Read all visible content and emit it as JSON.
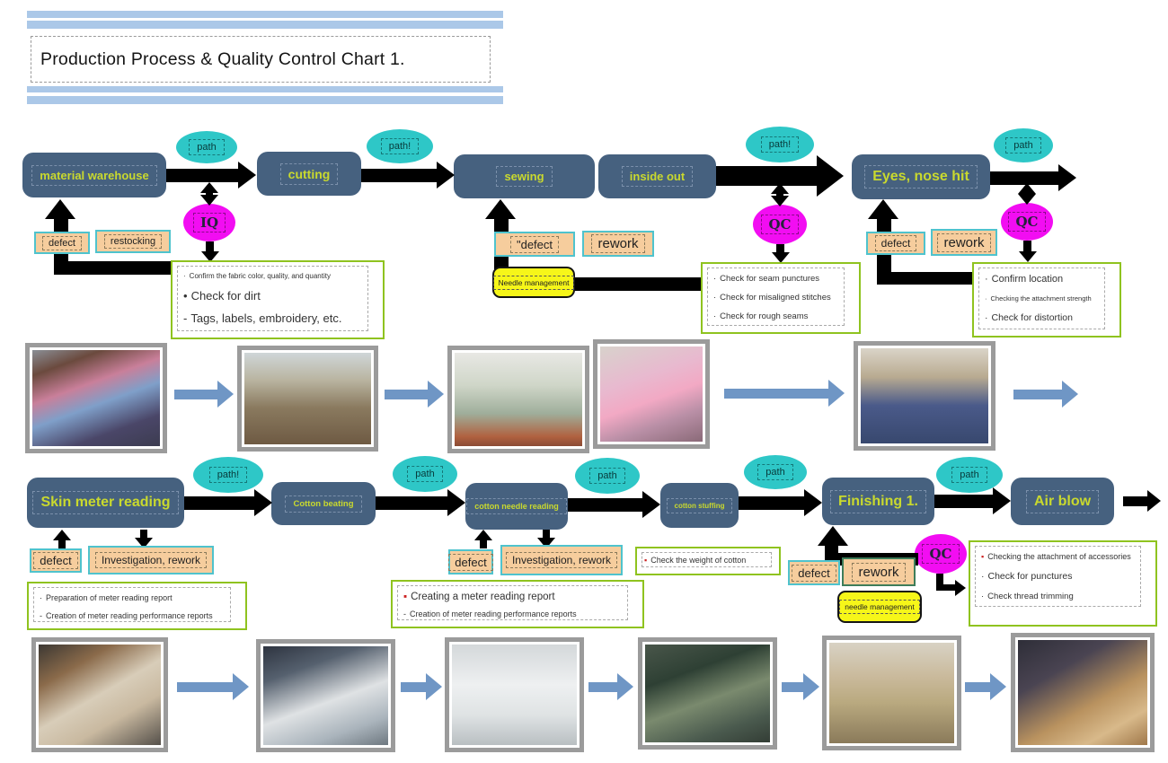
{
  "header": {
    "title": "Production Process & Quality Control Chart 1."
  },
  "colors": {
    "process_box": "#46617f",
    "process_box_text": "#c9d92e",
    "path_bubble": "#2ec7c7",
    "inspection_bubble": "#f20df2",
    "feedback_label_bg": "#f6cd9d",
    "feedback_label_border": "#4fc3cd",
    "rework_dark_border": "#3e7d5a",
    "checklist_border": "#8fc31f",
    "note_yellow_bg": "#f6f619",
    "flow_arrow": "#000000",
    "photo_arrow": "#6f96c5",
    "header_stripe": "#abc8e8",
    "red_marker": "#cc2222"
  },
  "row1": {
    "boxes": [
      "material warehouse",
      "cutting",
      "sewing",
      "inside out",
      "Eyes, nose hit"
    ],
    "path_bubbles": [
      "path",
      "path!",
      "path!",
      "path"
    ],
    "inspection_bubbles": [
      "IQ",
      "QC",
      "QC"
    ],
    "labels": {
      "defect_1": "defect",
      "restocking": "restocking",
      "defect_2": "\"defect",
      "rework_1": "rework",
      "defect_3": "defect",
      "rework_2": "rework"
    },
    "note_needle_management": "Needle management",
    "checklist_iq": [
      {
        "marker": "·",
        "text": "Confirm the fabric color, quality, and quantity"
      },
      {
        "marker": "•",
        "text": "Check for dirt"
      },
      {
        "marker": "-",
        "text": "Tags, labels, embroidery, etc."
      }
    ],
    "checklist_qc_sewing": [
      {
        "marker": "·",
        "text": "Check for seam punctures"
      },
      {
        "marker": "·",
        "text": "Check for misaligned stitches"
      },
      {
        "marker": "·",
        "text": "Check for rough seams"
      }
    ],
    "checklist_qc_eyes": [
      {
        "marker": "·",
        "text": "Confirm location"
      },
      {
        "marker": "·",
        "text": "Checking the attachment strength"
      },
      {
        "marker": "·",
        "text": "Check for distortion"
      }
    ]
  },
  "row2": {
    "boxes": [
      "Skin meter reading",
      "Cotton beating",
      "cotton needle reading",
      "cotton stuffing",
      "Finishing 1.",
      "Air blow"
    ],
    "path_bubbles": [
      "path!",
      "path",
      "path",
      "path",
      "path"
    ],
    "inspection_bubbles": [
      "QC"
    ],
    "labels": {
      "defect_1": "defect",
      "investigation_1": "Investigation, rework",
      "defect_2": "defect",
      "investigation_2": "Investigation, rework",
      "defect_3": "defect",
      "rework": "rework"
    },
    "note_needle_management": "needle management",
    "checklist_skin_meter": [
      {
        "marker": "·",
        "text": "Preparation of meter reading report"
      },
      {
        "marker": "-",
        "text": "Creation of meter reading performance reports"
      }
    ],
    "checklist_cotton_needle": [
      {
        "marker": "▪",
        "text": "Creating a meter reading report"
      },
      {
        "marker": "-",
        "text": "Creation of meter reading performance reports"
      }
    ],
    "note_weight": [
      {
        "marker": "▪",
        "text": "Check the weight of cotton"
      }
    ],
    "checklist_qc_finishing": [
      {
        "marker": "▪",
        "text": "Checking the attachment of accessories"
      },
      {
        "marker": "·",
        "text": "Check for punctures"
      },
      {
        "marker": "·",
        "text": "Check thread trimming"
      }
    ]
  },
  "photos": {
    "row1": [
      "material warehouse fabric rolls",
      "cutting factory floor",
      "sewing factory floor",
      "inside-out work table",
      "eyes and nose press station"
    ],
    "row2": [
      "skin meter detector machine",
      "cotton beating machine",
      "cotton needle machine",
      "cotton stuffing machines",
      "finishing work tables",
      "air blow packing area"
    ]
  }
}
